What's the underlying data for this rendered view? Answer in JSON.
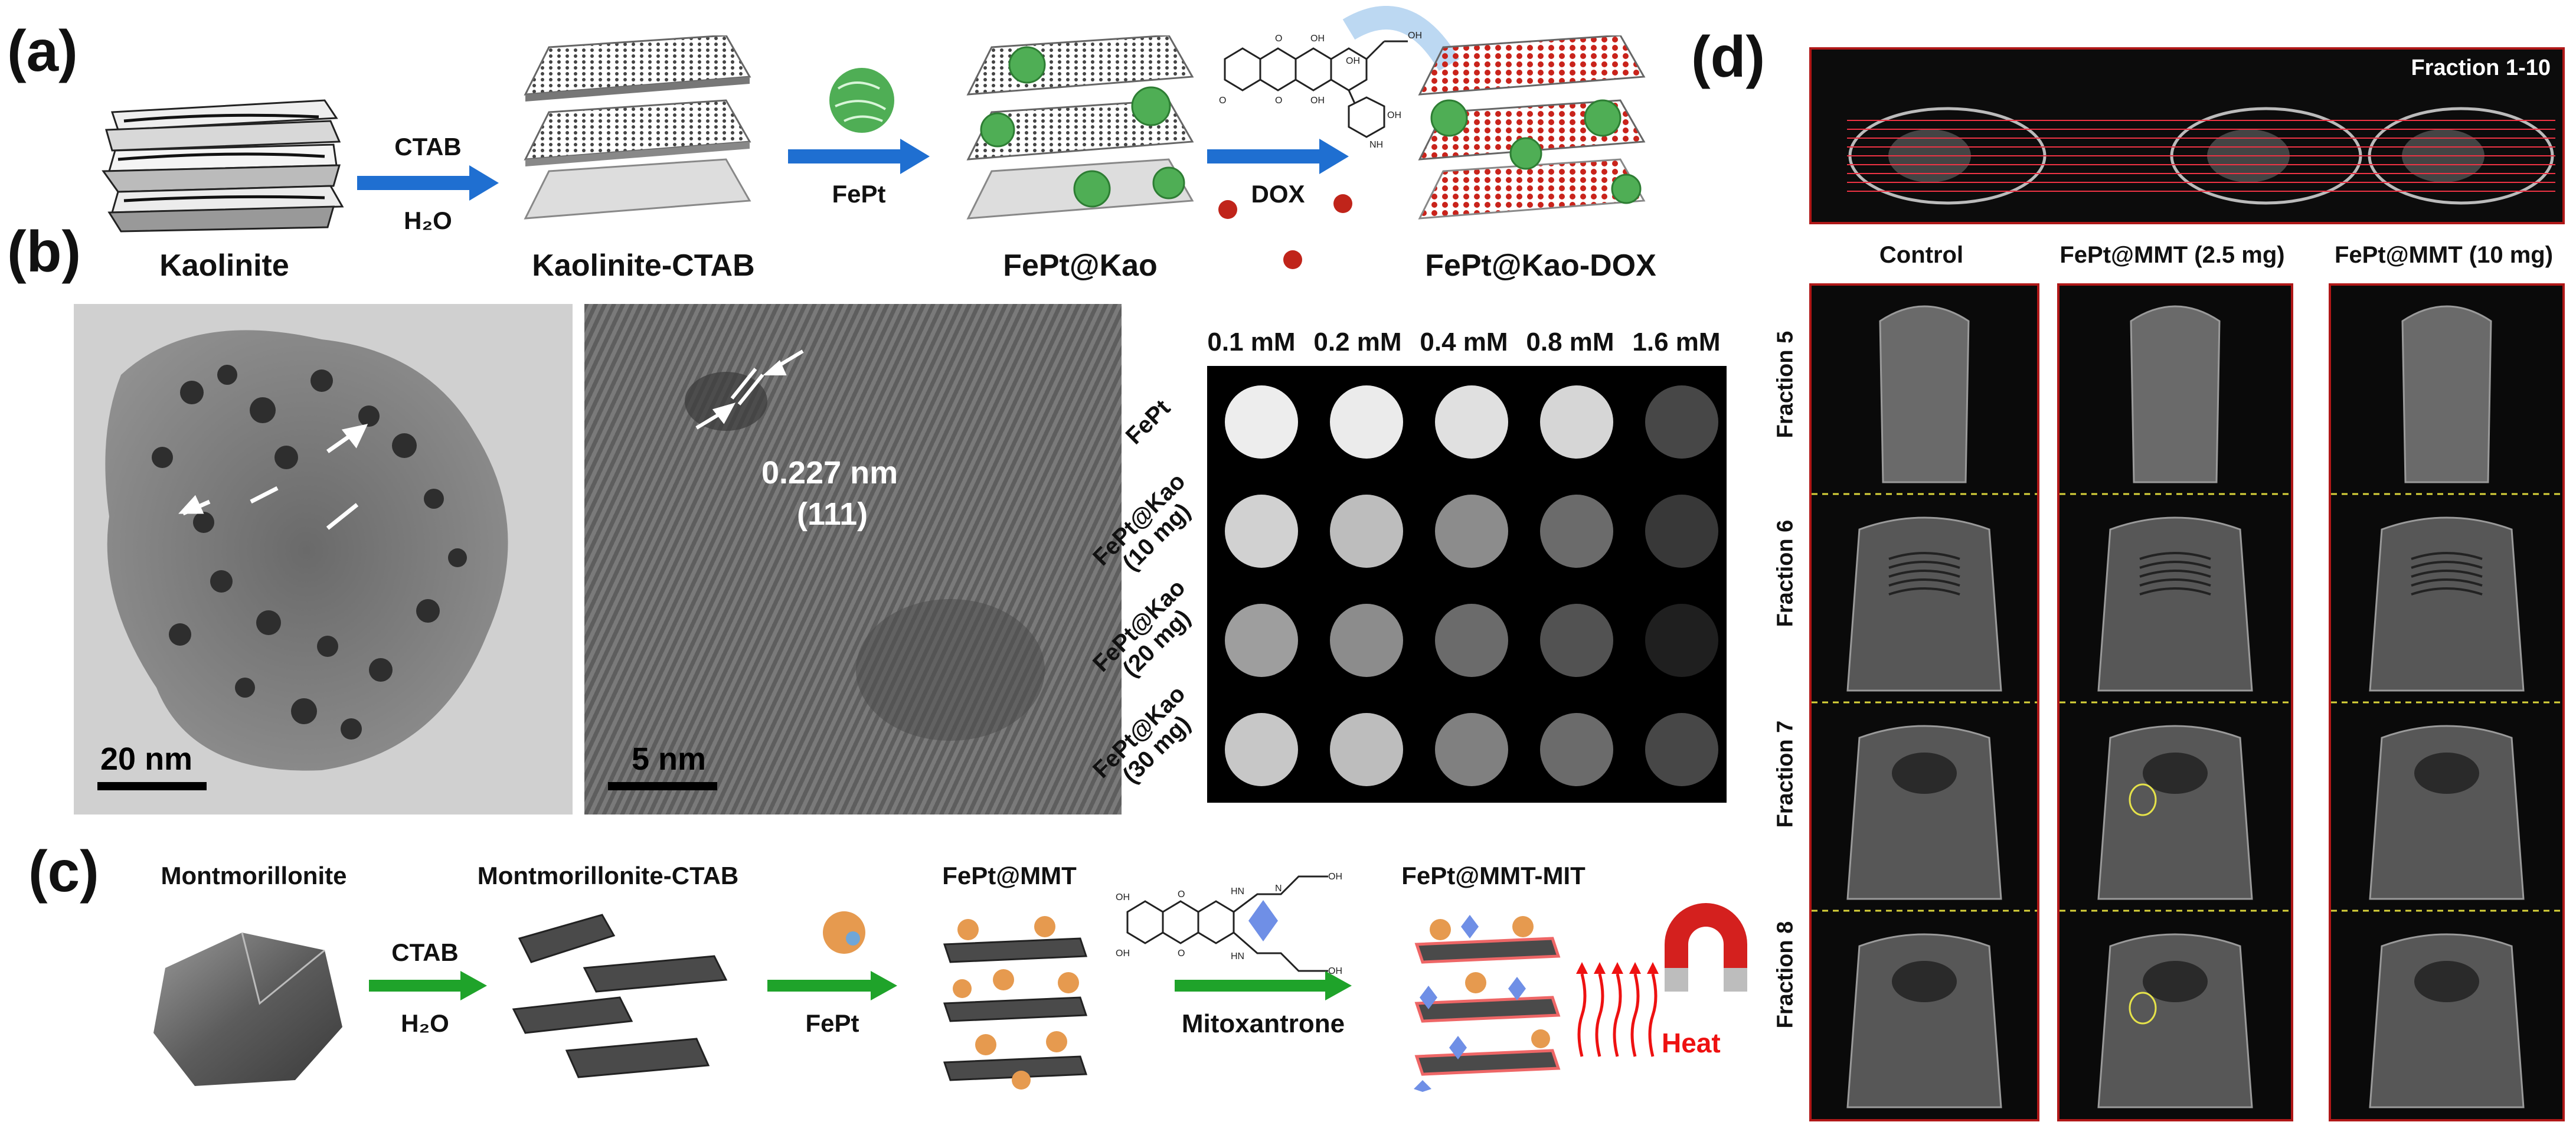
{
  "panel_labels": {
    "a": "(a)",
    "b": "(b)",
    "c": "(c)",
    "d": "(d)"
  },
  "panel_a": {
    "materials": [
      "Kaolinite",
      "Kaolinite-CTAB",
      "FePt@Kao",
      "FePt@Kao-DOX"
    ],
    "arrows": [
      {
        "top": "CTAB",
        "bottom": "H₂O"
      },
      {
        "top": "",
        "bottom": "FePt"
      },
      {
        "top": "",
        "bottom": "DOX"
      }
    ],
    "arrow_color": "#1f6fd1"
  },
  "panel_b": {
    "tem_scale_bars": [
      "20 nm",
      "5 nm"
    ],
    "lattice_spacing": "0.227 nm",
    "lattice_plane": "(111)",
    "concentrations": [
      "0.1 mM",
      "0.2 mM",
      "0.4 mM",
      "0.8 mM",
      "1.6 mM"
    ],
    "rows": [
      "FePt",
      "FePt@Kao\n(10 mg)",
      "FePt@Kao\n(20 mg)",
      "FePt@Kao\n(30 mg)"
    ],
    "intensity": [
      [
        0.93,
        0.92,
        0.88,
        0.84,
        0.28
      ],
      [
        0.82,
        0.74,
        0.55,
        0.42,
        0.22
      ],
      [
        0.62,
        0.55,
        0.42,
        0.32,
        0.12
      ],
      [
        0.78,
        0.74,
        0.5,
        0.42,
        0.28
      ]
    ]
  },
  "panel_c": {
    "materials": [
      "Montmorillonite",
      "Montmorillonite-CTAB",
      "FePt@MMT",
      "FePt@MMT-MIT"
    ],
    "arrows": [
      {
        "top": "CTAB",
        "bottom": "H₂O"
      },
      {
        "top": "",
        "bottom": "FePt"
      },
      {
        "top": "",
        "bottom": "Mitoxantrone"
      }
    ],
    "heat_label": "Heat",
    "arrow_color": "#1fa32a"
  },
  "panel_d": {
    "top_label": "Fraction 1-10",
    "columns": [
      "Control",
      "FePt@MMT (2.5 mg)",
      "FePt@MMT (10 mg)"
    ],
    "fractions": [
      "Fraction 5",
      "Fraction 6",
      "Fraction 7",
      "Fraction 8"
    ]
  }
}
